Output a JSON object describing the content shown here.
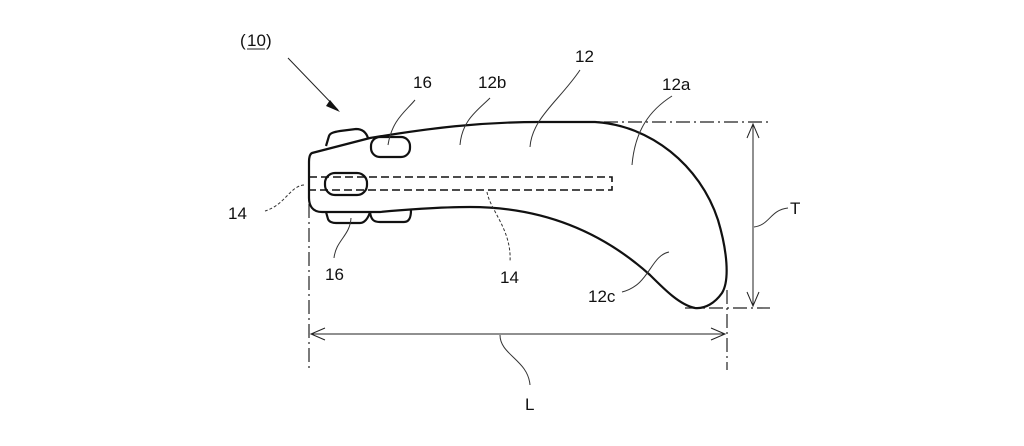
{
  "figure": {
    "assembly_ref": "10",
    "labels": {
      "body": "12",
      "region_a": "12a",
      "region_b": "12b",
      "region_c": "12c",
      "channel_left": "14",
      "channel_bottom": "14",
      "pad_top": "16",
      "pad_bottom": "16",
      "thickness": "T",
      "length": "L"
    }
  }
}
